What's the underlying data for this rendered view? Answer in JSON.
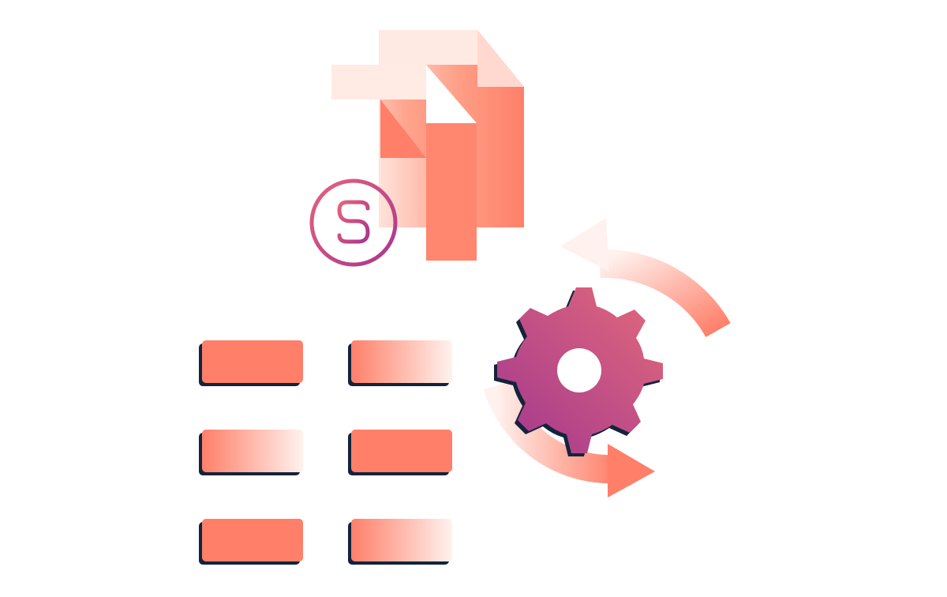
{
  "illustration": {
    "documents": {
      "count": 2,
      "icon": "document-stack-icon"
    },
    "currency": {
      "symbol": "$",
      "icon": "dollar-coin-icon"
    },
    "gear": {
      "icon": "gear-icon"
    },
    "cycle_arrows": {
      "icon": "refresh-arrows-icon"
    },
    "blocks": {
      "rows": 3,
      "columns": 2
    }
  },
  "colors": {
    "coral": "#FF7F69",
    "coral_light": "#FFE7E1",
    "magenta": "#A9358F",
    "pink": "#D4597A",
    "shadow_navy": "#14233C"
  }
}
